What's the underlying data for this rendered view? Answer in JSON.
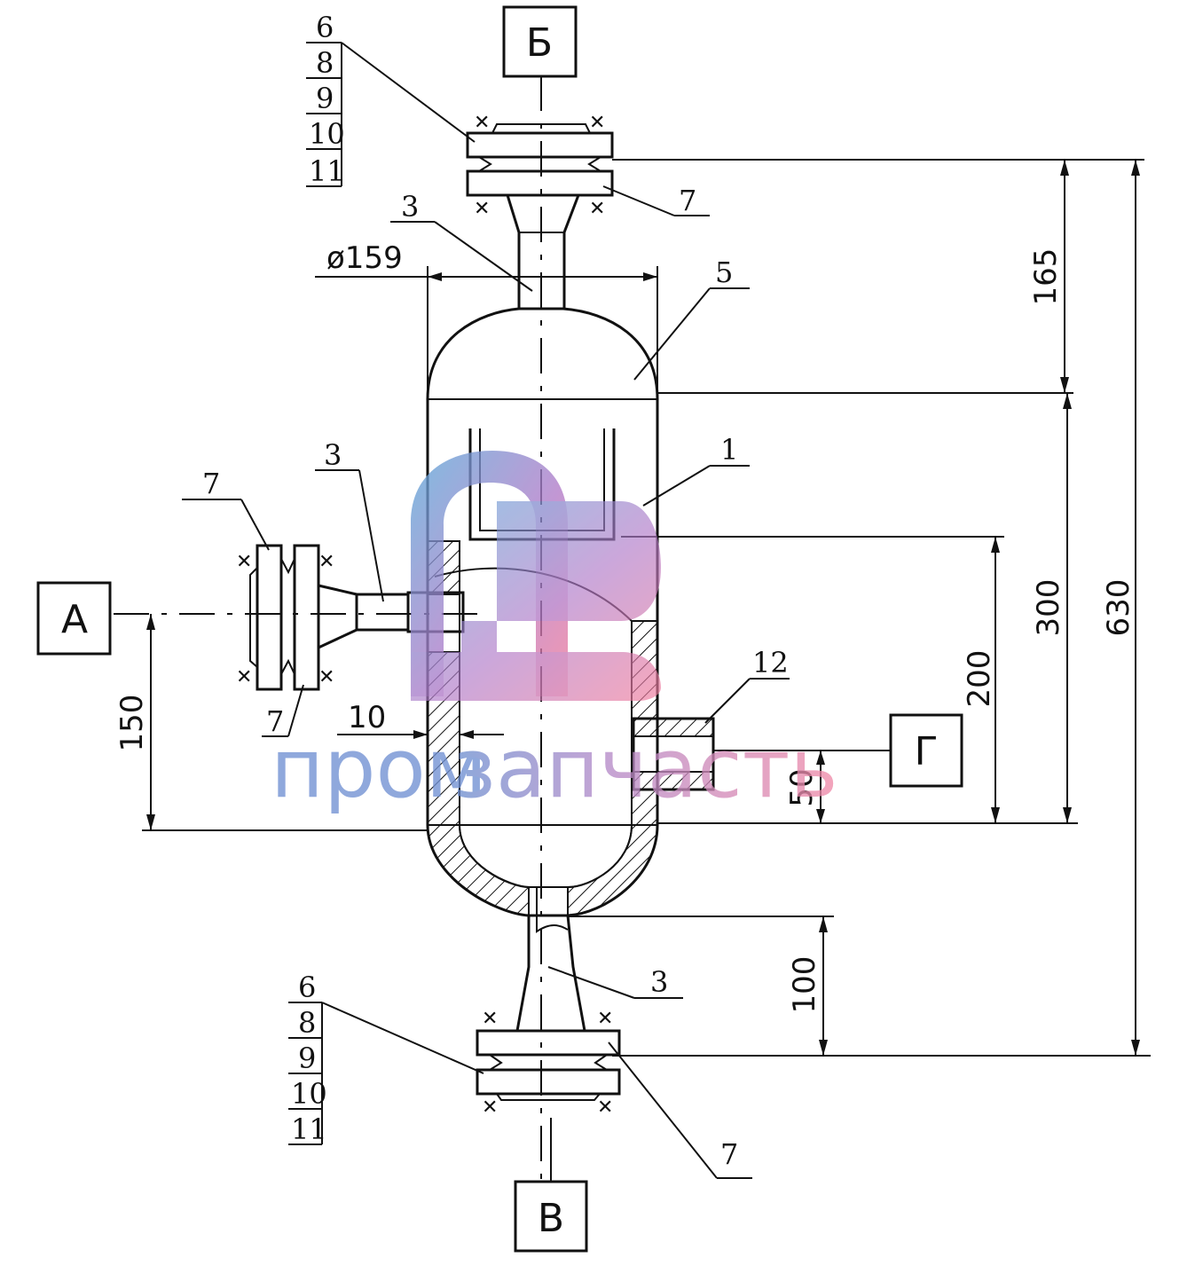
{
  "ports": {
    "a": "А",
    "b": "Б",
    "v": "В",
    "g": "Г"
  },
  "dimensions": {
    "diameter": "ø159",
    "d165": "165",
    "d300": "300",
    "d630": "630",
    "d200": "200",
    "d150": "150",
    "d50": "50",
    "d100": "100",
    "d10": "10"
  },
  "callouts": {
    "c1": "1",
    "c3_top": "3",
    "c3_left": "3",
    "c3_bottom": "3",
    "c5": "5",
    "c7_top": "7",
    "c7_left_top": "7",
    "c7_left_bottom": "7",
    "c7_bottom": "7",
    "c12": "12"
  },
  "stack_top": [
    "6",
    "8",
    "9",
    "10",
    "11"
  ],
  "stack_bottom": [
    "6",
    "8",
    "9",
    "10",
    "11"
  ],
  "watermark": {
    "word1": "пром",
    "word2": "запчасть"
  },
  "colors": {
    "line": "#111111",
    "wm_blue": "#5a9bd0",
    "wm_pink": "#e07aa0"
  }
}
